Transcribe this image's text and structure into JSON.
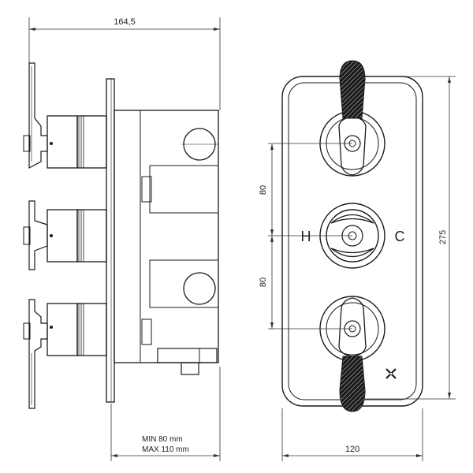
{
  "dimensions": {
    "overall_depth": "164,5",
    "recess_min": "MIN 80 mm",
    "recess_max": "MAX 110 mm",
    "plate_width": "120",
    "plate_height": "275",
    "spacing_upper": "80",
    "spacing_lower": "80"
  },
  "markings": {
    "hot": "H",
    "cold": "C"
  },
  "colors": {
    "line": "#1a1a1a",
    "handle_fill": "#1a1a1a"
  }
}
